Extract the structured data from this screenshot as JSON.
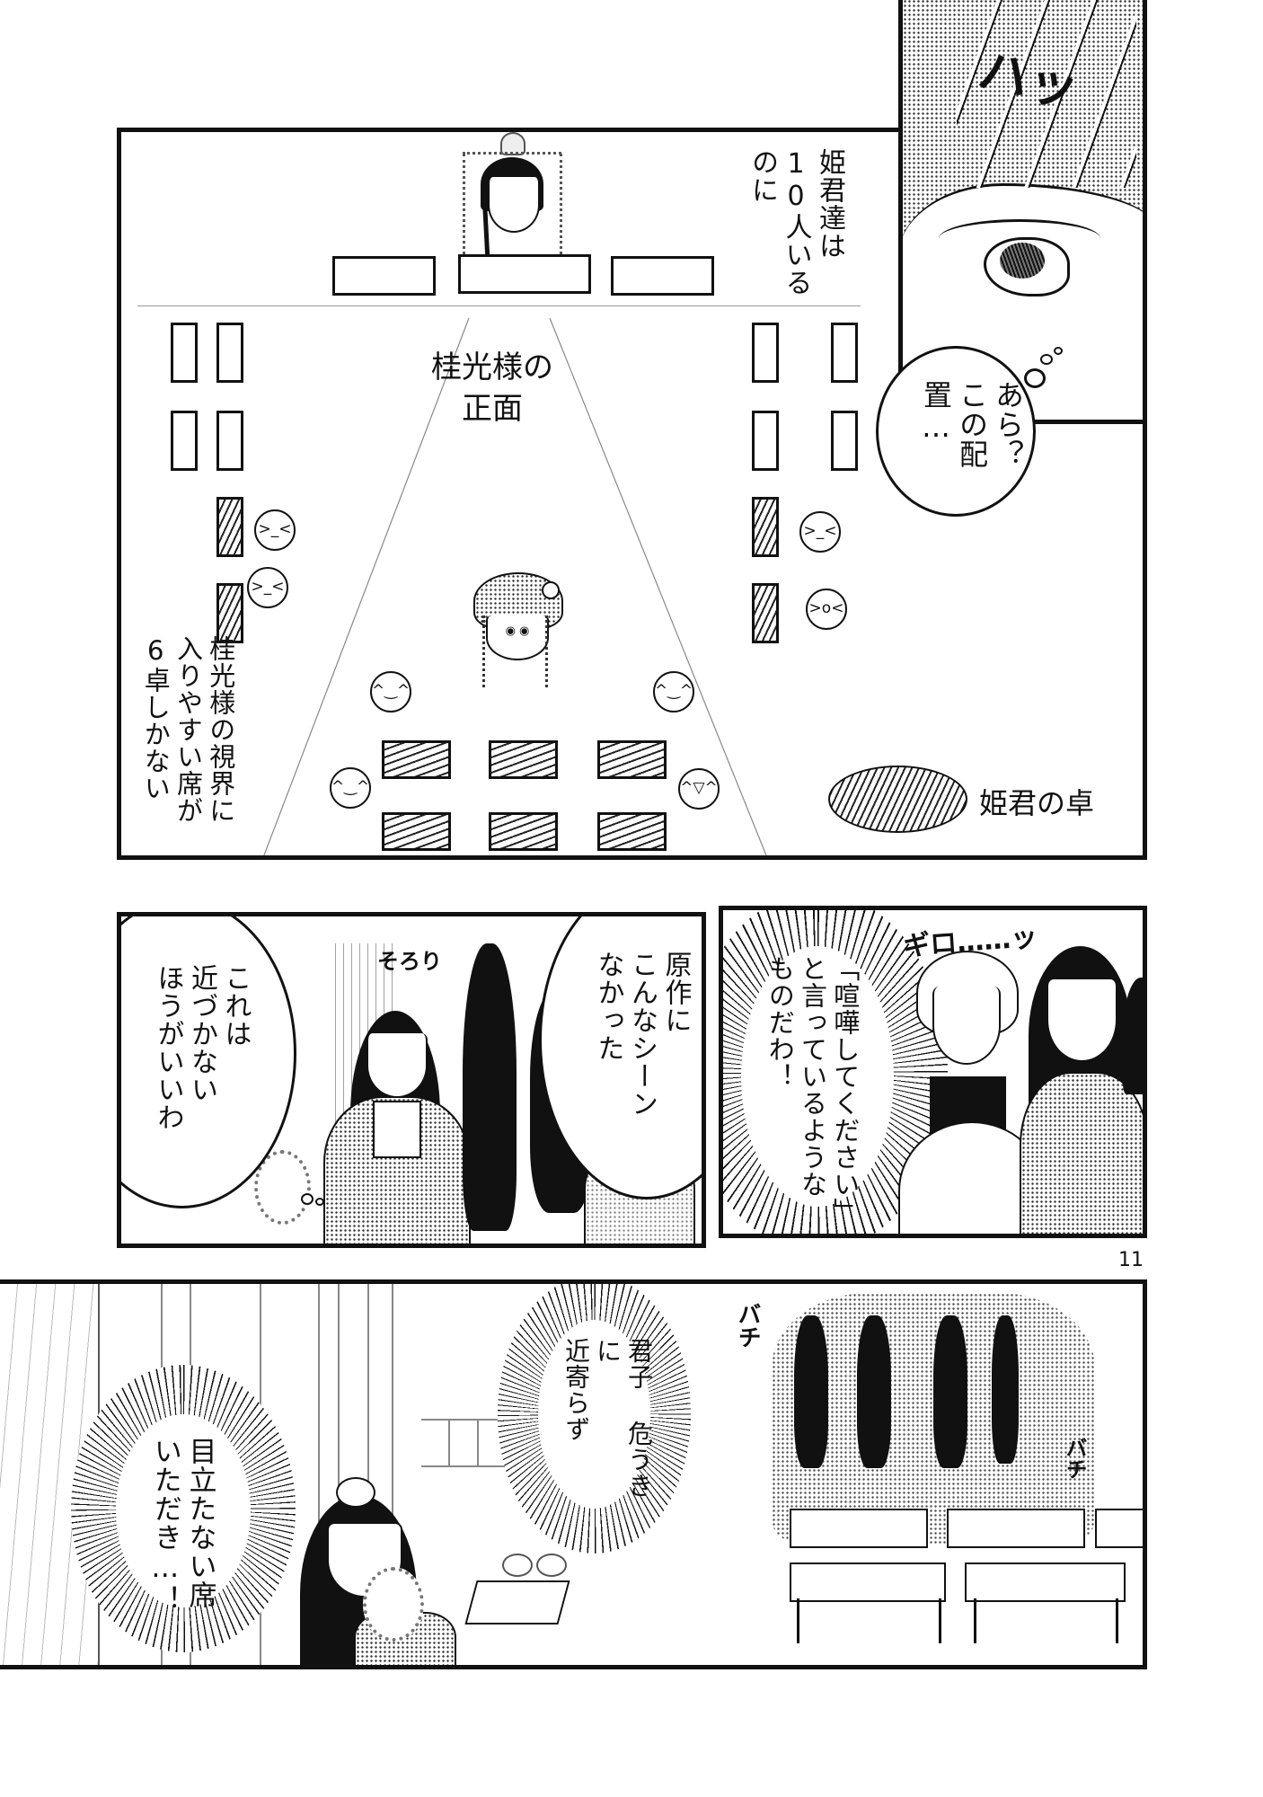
{
  "page": {
    "number": "11",
    "type": "manga-page"
  },
  "panel1": {
    "caption_top": "姫君達は\n10人いるのに",
    "caption_top_lines": [
      "姫君達は",
      "10人いるのに"
    ],
    "caption_left_lines": [
      "桂光様の視界に",
      "入りやすい席が",
      "6卓しかない"
    ],
    "handwritten_front_lines": [
      "桂光様の",
      "正面"
    ],
    "legend_label": "姫君の卓",
    "faces_angry": [
      ">_<",
      ">_<",
      ">_<",
      ">o<"
    ],
    "faces_happy": [
      "^‿^",
      "^‿^",
      "^‿^",
      "^▽^"
    ]
  },
  "eye_panel": {
    "sfx": "ハッ",
    "thought_lines": [
      "あら？",
      "この配置…"
    ]
  },
  "panel2": {
    "thought_right_lines": [
      "原作に",
      "こんなシーン",
      "なかった"
    ],
    "thought_left_lines": [
      "これは",
      "近づかない",
      "ほうがいいわ"
    ],
    "sfx": "そろり"
  },
  "panel3": {
    "sfx": "ギロ……ッ",
    "burst_lines": [
      "「喧嘩してください」",
      "と言っているような",
      "ものだわ！"
    ]
  },
  "panel4": {
    "burst_right_lines": [
      "君子 危うきに",
      "近寄らず"
    ],
    "burst_left_lines": [
      "目立たない席",
      "いただき…！"
    ],
    "sfx_left": "バチ",
    "sfx_right": "バチ"
  }
}
